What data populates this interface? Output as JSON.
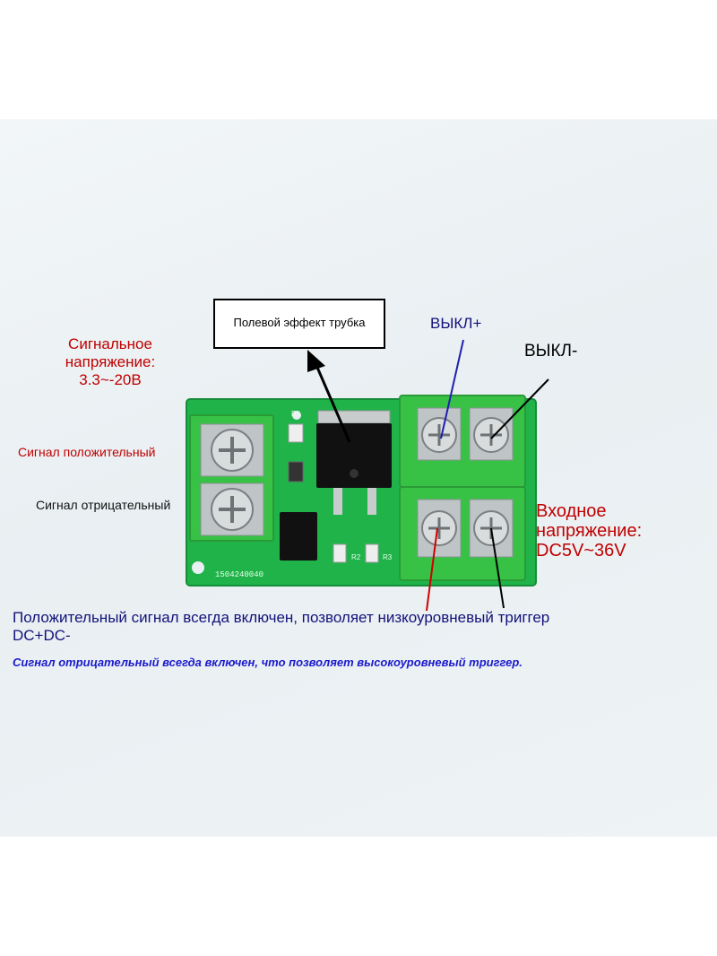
{
  "labels": {
    "mosfet": "Полевой эффект трубка",
    "signal_voltage": "Сигнальное напряжение: 3.3~-20В",
    "signal_positive": "Сигнал положительный",
    "signal_negative": "Сигнал отрицательный",
    "out_plus": "ВЫКЛ+",
    "out_minus": "ВЫКЛ-",
    "input_voltage": "Входное напряжение: DC5V~36V",
    "positive_description": "Положительный сигнал всегда включен, позволяет низкоуровневый триггер DC+DC-",
    "negative_description": "Сигнал отрицательный всегда включен, что позволяет высокоуровневый триггер."
  },
  "board": {
    "silkscreen_code": "1504240040",
    "r1": "R1",
    "r2": "R2",
    "r3": "R3"
  },
  "colors": {
    "pcb_green": "#1fb34a",
    "terminal_green": "#37c246",
    "annotation_red": "#c00000",
    "annotation_navy": "#12127a",
    "annotation_blue": "#1a1acc"
  }
}
